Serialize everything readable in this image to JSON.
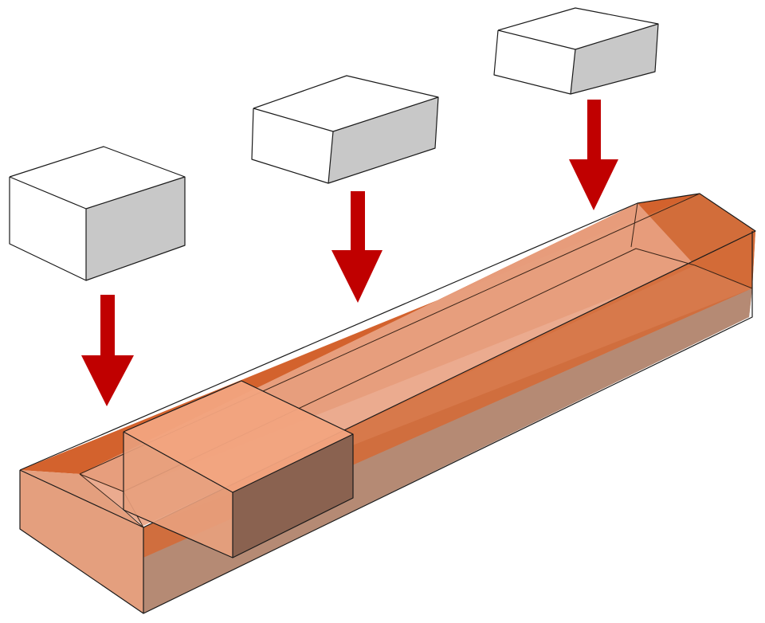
{
  "figure": {
    "description_free": true,
    "colors": {
      "background": "#ffffff",
      "block_top": "#ffffff",
      "block_front": "#ffffff",
      "block_side": "#c8c8c8",
      "arrow": "#c00000",
      "channel_top": "#d3622d",
      "channel_side": "#b45a33",
      "channel_floor": "#e79e7c",
      "placed_block_top": "#f1a27c",
      "placed_block_front": "#e8a27f",
      "placed_block_side": "#8a6050",
      "outline": "#1a1a1a"
    },
    "icons": [
      "block",
      "down-arrow",
      "channel"
    ],
    "blocks_count_shown": 3,
    "arrows_count_shown": 3
  }
}
